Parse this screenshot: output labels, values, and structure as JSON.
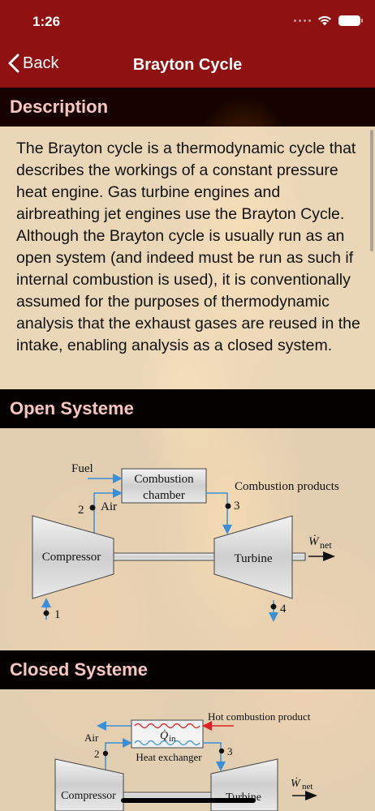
{
  "status": {
    "time": "1:26"
  },
  "nav": {
    "back_label": "Back",
    "title": "Brayton Cycle"
  },
  "sections": {
    "description": {
      "title": "Description",
      "text": "The Brayton cycle is a thermodynamic cycle that describes the workings of a constant pressure heat engine. Gas turbine engines and airbreathing jet engines use the Brayton Cycle. Although the Brayton cycle is usually run as an open system (and indeed must be run as such if internal combustion is used), it is conventionally assumed for the purposes of thermodynamic analysis that the exhaust gases are reused in the intake, enabling analysis as a closed system."
    },
    "open": {
      "title": "Open Systeme"
    },
    "closed": {
      "title": "Closed Systeme"
    }
  },
  "open_diagram": {
    "fuel": "Fuel",
    "chamber_line1": "Combustion",
    "chamber_line2": "chamber",
    "products": "Combustion products",
    "air": "Air",
    "compressor": "Compressor",
    "turbine": "Turbine",
    "w_net": "net",
    "p1": "1",
    "p2": "2",
    "p3": "3",
    "p4": "4"
  },
  "closed_diagram": {
    "hot_product": "Hot combustion product",
    "air": "Air",
    "q_in": "in",
    "exchanger": "Heat exchanger",
    "compressor": "Compressor",
    "turbine": "Turbine",
    "w_net": "net",
    "p2": "2",
    "p3": "3"
  },
  "colors": {
    "nav_bar": "#8f1111",
    "header_text": "#f8c6c0",
    "card_bg": "#f8e4c4",
    "arrow_blue": "#3a8fd8",
    "arrow_red": "#e02020"
  }
}
